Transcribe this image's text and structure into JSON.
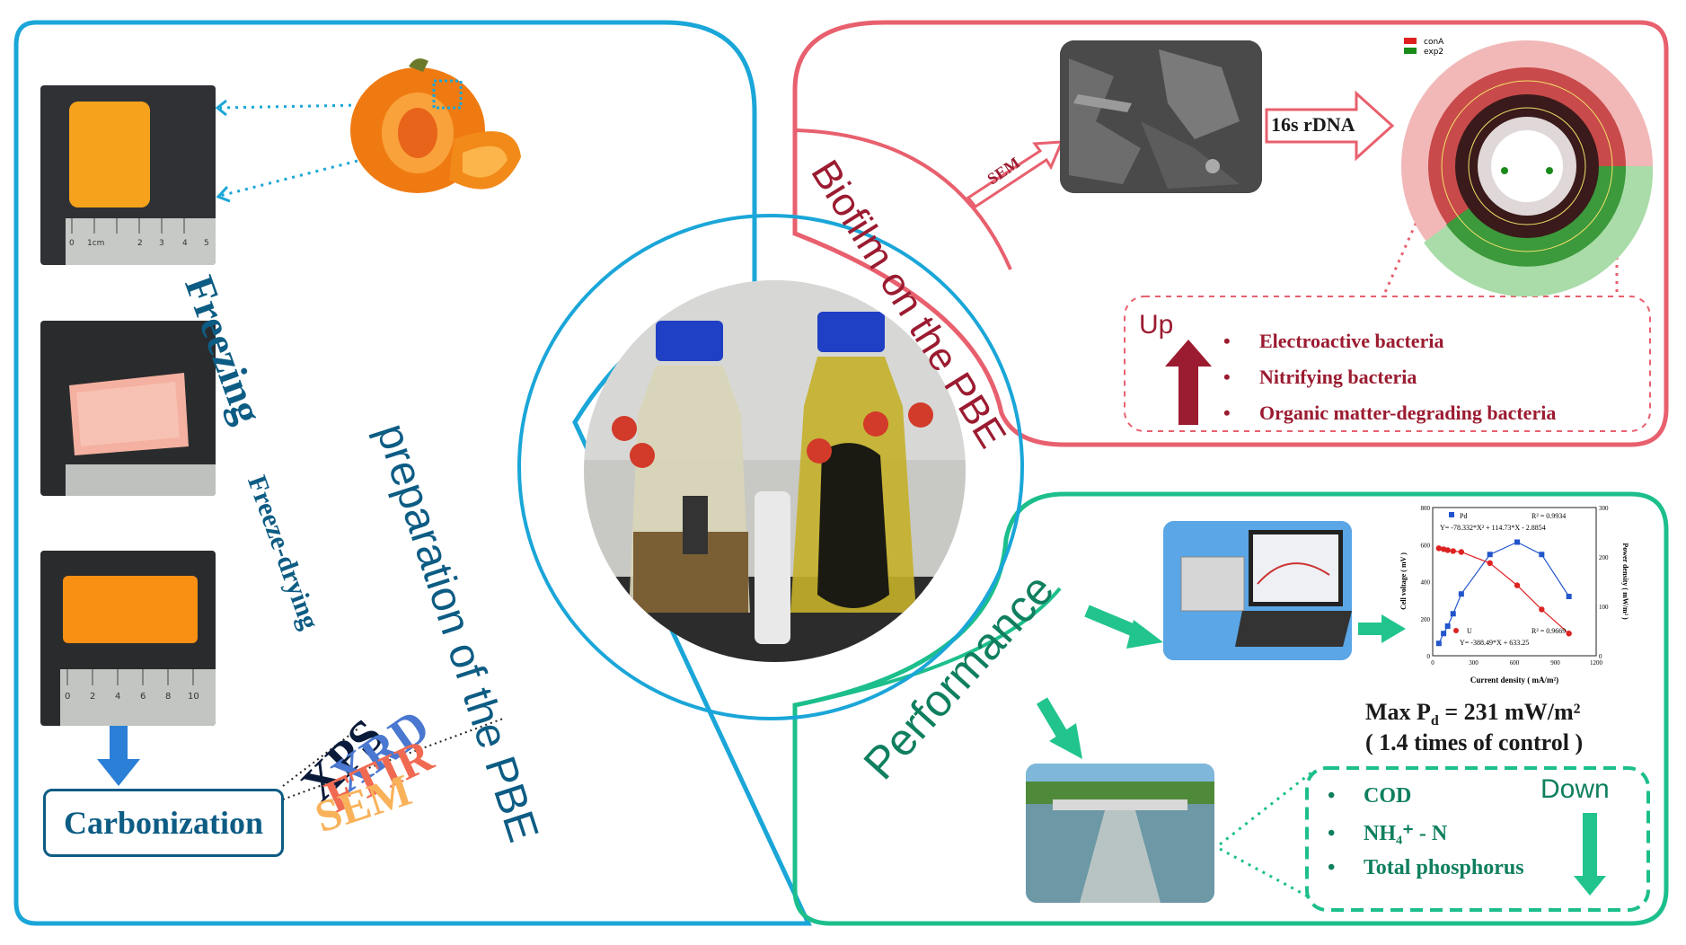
{
  "colors": {
    "blue": "#1aa6d8",
    "pink": "#e8606e",
    "green": "#1cbf8c",
    "darkred": "#9b1b30",
    "navy": "#0d5c84",
    "teal_text": "#0f7f5f",
    "arrow_green": "#22c48e",
    "arrow_blue": "#2b7fd6"
  },
  "preparation": {
    "title": "preparation of the PBE",
    "freezing": "Freezing",
    "freeze_drying": "Freeze-drying",
    "carbonization": "Carbonization",
    "characterizations": [
      "XPS",
      "XRD",
      "FTIR",
      "SEM"
    ],
    "ruler_labels": [
      "0",
      "1cm",
      "2",
      "3",
      "4",
      "5"
    ],
    "ruler_labels_bottom": [
      "0",
      "2",
      "4",
      "6",
      "8",
      "10"
    ]
  },
  "biofilm": {
    "title": "Biofilm on the PBE",
    "sem_arrow": "SEM",
    "rdna_arrow": "16s rDNA",
    "legend": [
      "conA",
      "exp2"
    ],
    "up_label": "Up",
    "bullets": [
      "Electroactive bacteria",
      "Nitrifying bacteria",
      "Organic matter-degrading bacteria"
    ]
  },
  "performance": {
    "title": "Performance",
    "max_pd_prefix": "Max P",
    "max_pd_sub": "d",
    "max_pd_value": " = 231 mW/m²",
    "control": "( 1.4 times of control )",
    "down_label": "Down",
    "bullets": [
      "COD",
      "NH₄⁺ - N",
      "Total phosphorus"
    ]
  },
  "chart_data": {
    "type": "scatter",
    "xlabel": "Current density ( mA/m²)",
    "ylabel": "Cell voltage ( mV )",
    "y2label": "Power density ( mW/m² )",
    "xlim": [
      0,
      1200
    ],
    "ylim": [
      0,
      800
    ],
    "y2lim": [
      0,
      300
    ],
    "x_ticks": [
      "0",
      "300",
      "600",
      "900",
      "1200"
    ],
    "y_ticks": [
      "0",
      "200",
      "400",
      "600",
      "800"
    ],
    "y2_ticks": [
      "0",
      "100",
      "200",
      "300"
    ],
    "series": [
      {
        "name": "Pd",
        "axis": "right",
        "color": "#2255cc",
        "x": [
          45,
          80,
          110,
          150,
          210,
          420,
          620,
          800,
          1000
        ],
        "y": [
          25,
          45,
          60,
          85,
          125,
          205,
          230,
          205,
          120
        ],
        "fit_label": "R² = 0.9934",
        "fit_eq": "Y= -78.332*X² + 114.73*X - 2.8854"
      },
      {
        "name": "U",
        "axis": "left",
        "color": "#dd2222",
        "x": [
          45,
          80,
          110,
          150,
          210,
          420,
          620,
          800,
          1000
        ],
        "y": [
          580,
          575,
          570,
          565,
          560,
          500,
          380,
          250,
          120
        ],
        "fit_label": "R² = 0.9669",
        "fit_eq": "Y= -388.49*X + 633.25"
      }
    ]
  }
}
